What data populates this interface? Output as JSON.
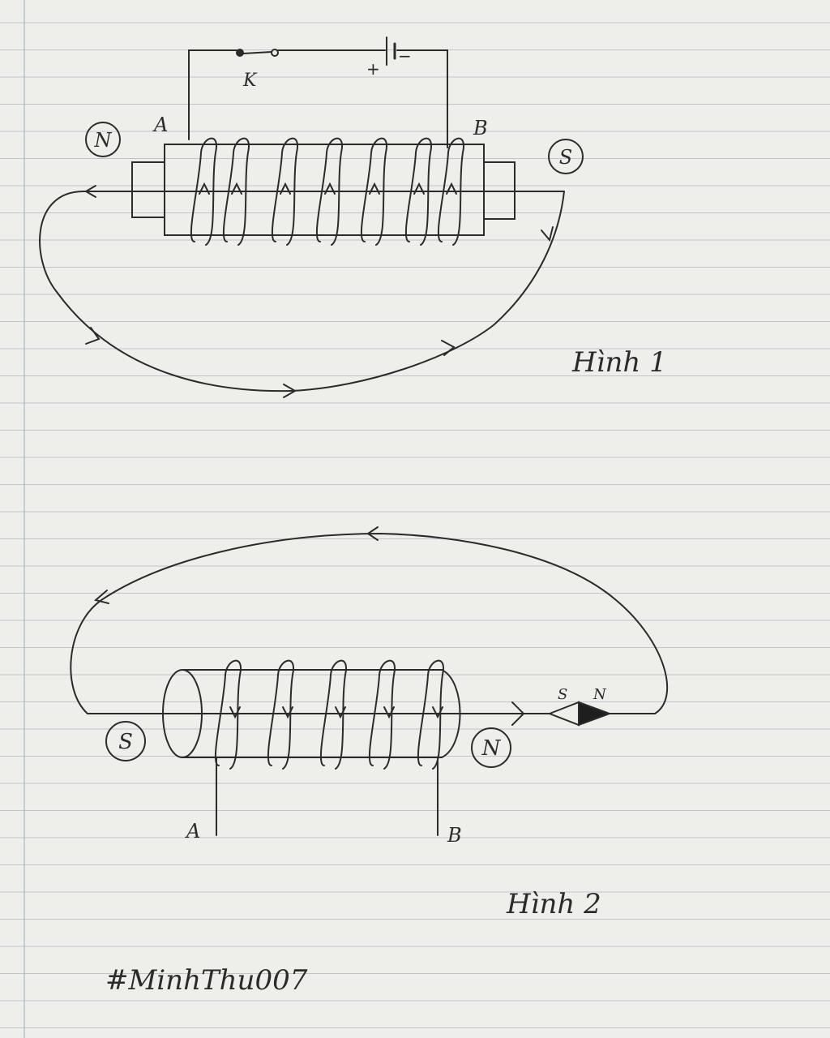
{
  "figure1": {
    "switch_label": "K",
    "battery_plus": "+",
    "battery_minus": "−",
    "end_a": "A",
    "end_b": "B",
    "pole_left": "N",
    "pole_right": "S",
    "caption": "Hình 1"
  },
  "figure2": {
    "pole_left": "S",
    "pole_right": "N",
    "needle_s": "S",
    "needle_n": "N",
    "lead_a": "A",
    "lead_b": "B",
    "caption": "Hình 2"
  },
  "signature": "#MinhThu007",
  "colors": {
    "paper": "#eeeeeb",
    "ink": "#2b2b2b",
    "rule": "#bcc7cc",
    "margin": "#a9b7bd"
  }
}
